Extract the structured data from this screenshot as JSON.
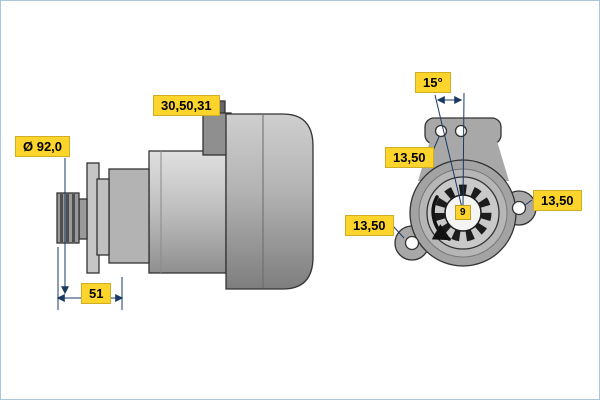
{
  "diagram": {
    "type": "starter-motor-technical-drawing",
    "views": [
      "side-view",
      "front-flange-view"
    ]
  },
  "labels": {
    "terminals": "30,50,31",
    "flange_diameter": "Ø 92,0",
    "pinion_length": "51",
    "hole_angle": "15°",
    "hole_diameter_top": "13,50",
    "hole_diameter_right": "13,50",
    "hole_diameter_bottom": "13,50",
    "pinion_teeth": "9"
  },
  "colors": {
    "label_background": "#fdd42c",
    "label_text": "#000000",
    "dimension_line": "#1a3a64",
    "metal_light": "#c9c9c9",
    "metal_mid": "#a8a8a8",
    "metal_dark": "#7e7e7e",
    "outline": "#333333",
    "canvas_border": "#a9c7dd",
    "background": "#ffffff"
  }
}
